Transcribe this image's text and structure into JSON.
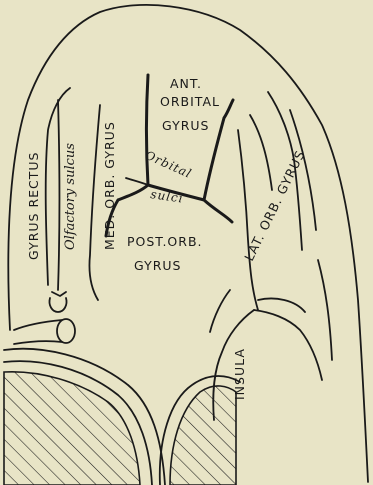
{
  "labels": {
    "gyrus_rectus": "GYRUS RECTUS",
    "olfactory_sulcus": "Olfactory sulcus",
    "med_orb_gyrus": "MED. ORB. GYRUS",
    "ant": "ANT.",
    "orbital": "ORBITAL",
    "gyrus_1": "GYRUS",
    "orbital_word": "Orbital",
    "sulci": "sulci",
    "lat_orb_gyrus": "LAT. ORB. GYRUS",
    "post_orb": "POST.ORB.",
    "gyrus_2": "GYRUS",
    "insula": "INSULA"
  },
  "colors": {
    "paper": "#e8e4c6",
    "ink": "#1a1a1a"
  }
}
